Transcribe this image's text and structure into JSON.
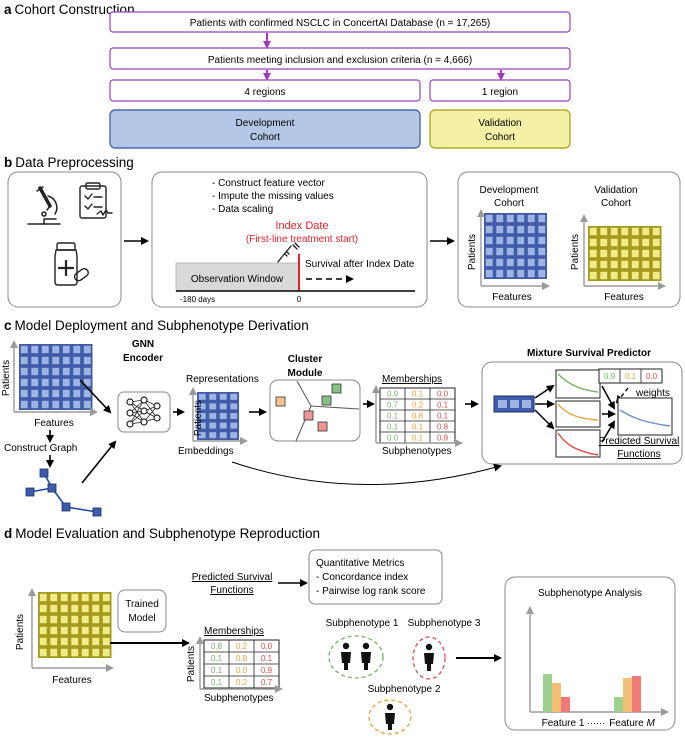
{
  "sections": {
    "a": {
      "letter": "a",
      "title": "Cohort Construction"
    },
    "b": {
      "letter": "b",
      "title": "Data Preprocessing"
    },
    "c": {
      "letter": "c",
      "title": "Model Deployment and Subphenotype Derivation"
    },
    "d": {
      "letter": "d",
      "title": "Model Evaluation and Subphenotype Reproduction"
    }
  },
  "cohort": {
    "box1": "Patients with confirmed NSCLC in ConcertAI Database (n = 17,265)",
    "box2": "Patients meeting inclusion and exclusion criteria (n = 4,666)",
    "box3": "4 regions",
    "box4": "1 region",
    "dev_line1": "Development",
    "dev_line2": "Cohort",
    "val_line1": "Validation",
    "val_line2": "Cohort"
  },
  "preprocessing": {
    "steps": [
      "- Construct feature vector",
      "- Impute the missing values",
      "- Data scaling"
    ],
    "index_date": "Index Date",
    "index_date_sub": "(First-line treatment start)",
    "observation_window": "Observation Window",
    "survival_after": "Survival after Index Date",
    "tick_left": "-180 days",
    "tick_zero": "0",
    "dev_title_1": "Development",
    "dev_title_2": "Cohort",
    "val_title_1": "Validation",
    "val_title_2": "Cohort",
    "patients": "Patients",
    "features": "Features"
  },
  "model": {
    "patients": "Patients",
    "features": "Features",
    "construct_graph": "Construct Graph",
    "gnn_1": "GNN",
    "gnn_2": "Encoder",
    "representations": "Representations",
    "embeddings": "Embeddings",
    "cluster_1": "Cluster",
    "cluster_2": "Module",
    "memberships": "Memberships",
    "subphenotypes": "Subphenotypes",
    "mixture": "Mixture Survival Predictor",
    "weights": "weights",
    "weight_values": [
      "0.9",
      "0.1",
      "0.0"
    ],
    "pred_1": "Predicted Survival",
    "pred_2": "Functions",
    "membership_rows": [
      [
        "0.9",
        "0.1",
        "0.0"
      ],
      [
        "0.7",
        "0.2",
        "0.1"
      ],
      [
        "0.1",
        "0.8",
        "0.1"
      ],
      [
        "0.1",
        "0.1",
        "0.8"
      ],
      [
        "0.0",
        "0.1",
        "0.9"
      ]
    ]
  },
  "evaluation": {
    "patients": "Patients",
    "features": "Features",
    "trained_1": "Trained",
    "trained_2": "Model",
    "pred_1": "Predicted Survival",
    "pred_2": "Functions",
    "metrics_title": "Quantitative Metrics",
    "metric1": "- Concordance index",
    "metric2": "- Pairwise log rank score",
    "memberships": "Memberships",
    "subphenotypes": "Subphenotypes",
    "membership_rows": [
      [
        "0.8",
        "0.2",
        "0.0"
      ],
      [
        "0.1",
        "0.8",
        "0.1"
      ],
      [
        "0.1",
        "0.0",
        "0.9"
      ],
      [
        "0.1",
        "0.2",
        "0.7"
      ]
    ],
    "sub1": "Subphenotype 1",
    "sub2": "Subphenotype 2",
    "sub3": "Subphenotype 3",
    "analysis": "Subphenotype Analysis",
    "feature1": "Feature 1",
    "ellipsis": "······",
    "featureM_prefix": "Feature ",
    "featureM_italic": "M"
  },
  "colors": {
    "purple": "#9b3fc0",
    "dev_blue": "#b4c7e7",
    "dev_border": "#4a6aa8",
    "val_yellow": "#f4f1a6",
    "val_border": "#b5a92a",
    "grid_blue": "#3f5ba9",
    "grid_blue_fill": "#9eb5e3",
    "grid_yellow": "#a69a1d",
    "grid_yellow_fill": "#f1ec8a",
    "green": "#77b26a",
    "orange": "#e8a23a",
    "red": "#e04a4a"
  }
}
